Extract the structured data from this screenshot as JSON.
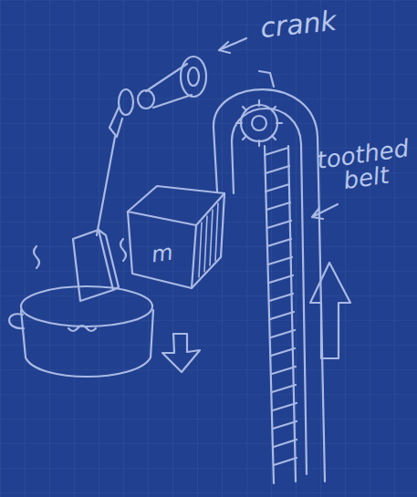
{
  "diagram": {
    "nodes": [
      {
        "text": [
          "m"
        ]
      }
    ],
    "labels": [
      "crank",
      "toothed belt"
    ]
  }
}
